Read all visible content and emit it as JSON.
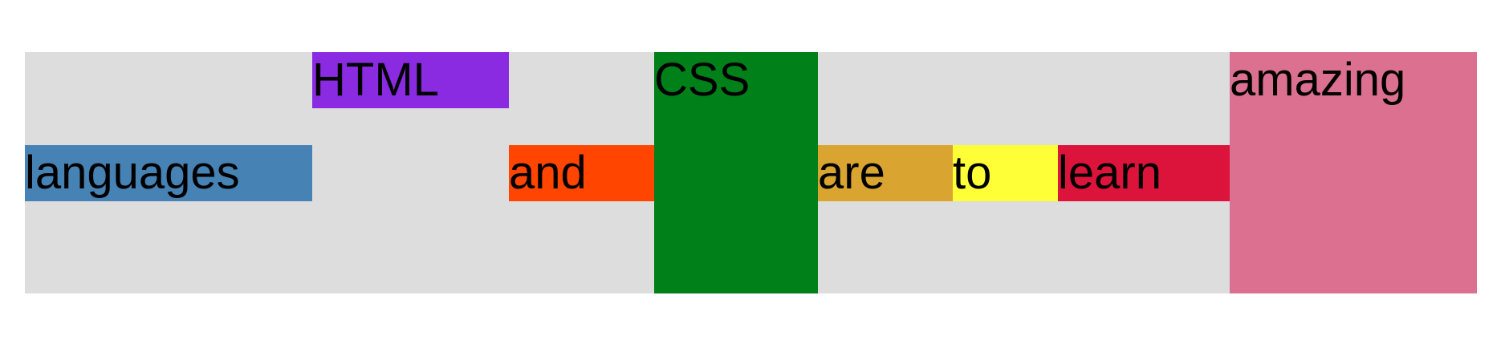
{
  "flex_demo": {
    "container_color": "#dddddd",
    "items": [
      {
        "text": "languages",
        "color": "#4682b4"
      },
      {
        "text": "HTML",
        "color": "#8a2be2"
      },
      {
        "text": "and",
        "color": "#ff4500"
      },
      {
        "text": "CSS",
        "color": "#008018"
      },
      {
        "text": "are",
        "color": "#daa430"
      },
      {
        "text": "to",
        "color": "#ffff38"
      },
      {
        "text": "learn",
        "color": "#dc143c"
      },
      {
        "text": "amazing",
        "color": "#dc7090"
      }
    ]
  }
}
